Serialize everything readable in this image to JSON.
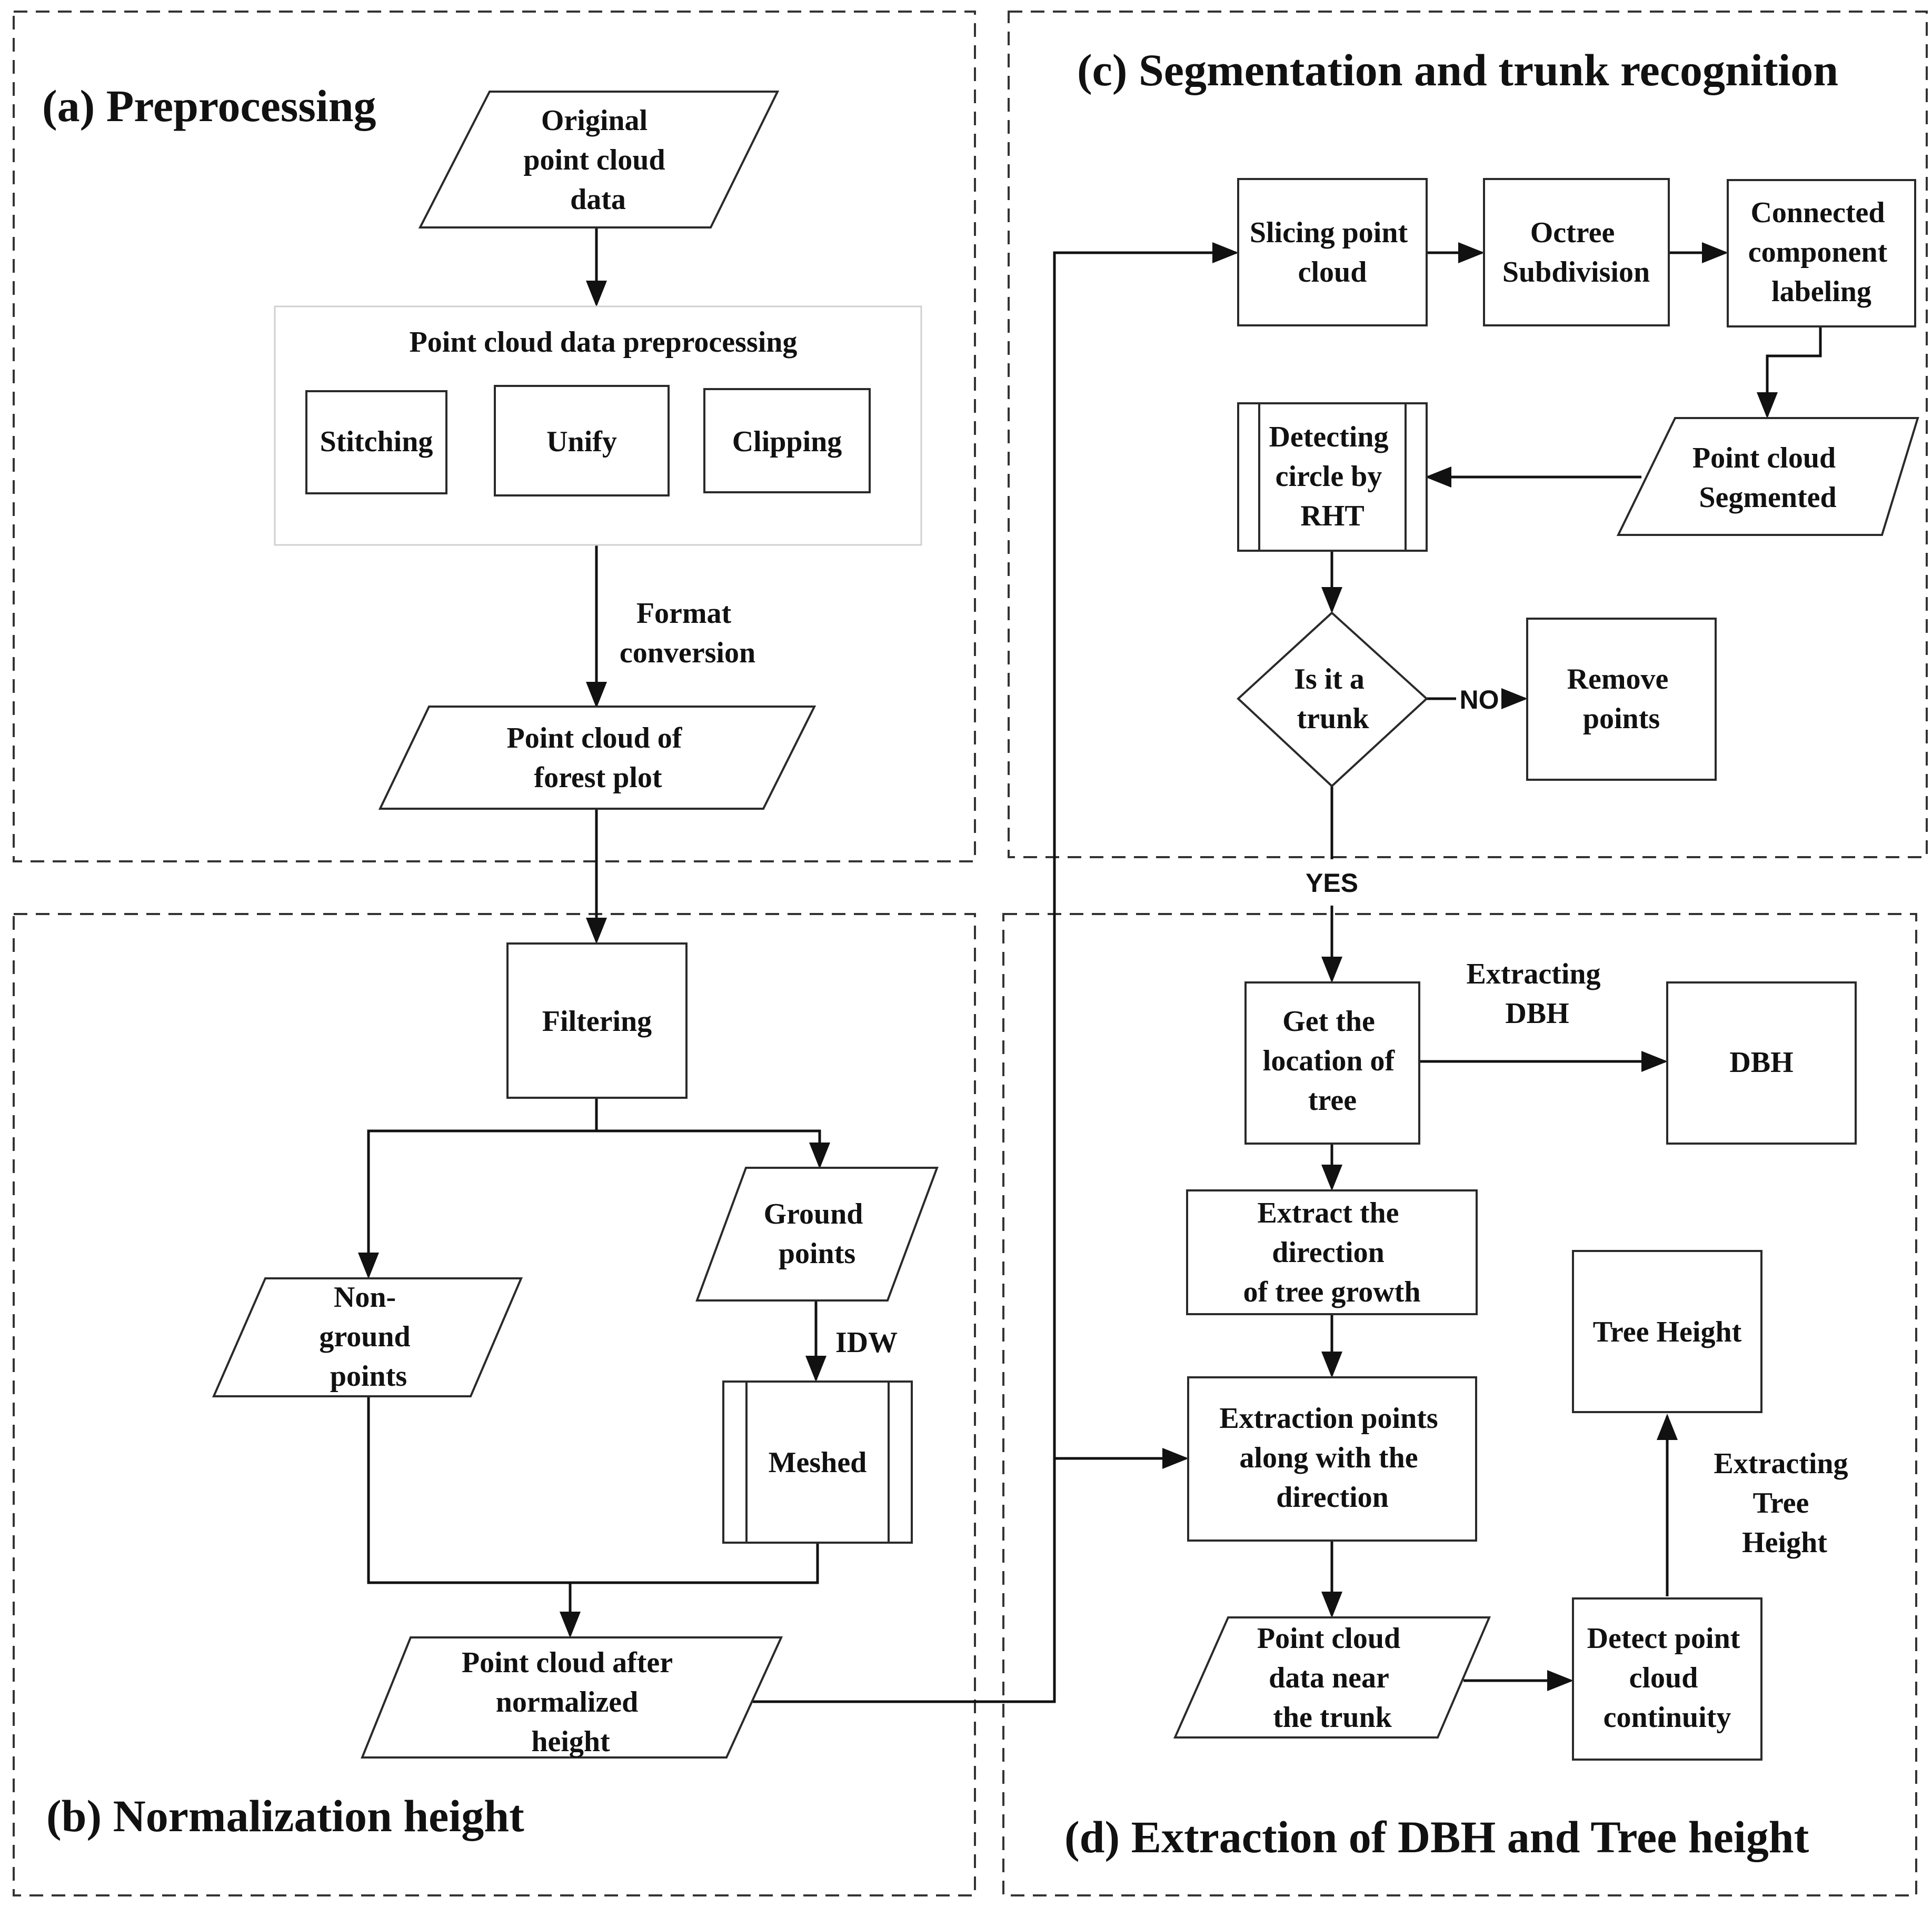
{
  "panels": {
    "a": "(a) Preprocessing",
    "b": "(b) Normalization height",
    "c": "(c) Segmentation and trunk recognition",
    "d": "(d) Extraction of DBH and Tree height"
  },
  "nodes": {
    "original": [
      "Original",
      "point cloud",
      "data"
    ],
    "preprocessing_group": "Point cloud data preprocessing",
    "stitching": [
      "Stitching"
    ],
    "unify": [
      "Unify"
    ],
    "clipping": [
      "Clipping"
    ],
    "forest_plot": [
      "Point cloud of",
      "forest plot"
    ],
    "filtering": [
      "Filtering"
    ],
    "ground": [
      "Ground",
      "points"
    ],
    "nonground": [
      "Non-",
      "ground",
      "points"
    ],
    "meshed": [
      "Meshed"
    ],
    "normalized": [
      "Point cloud after",
      "normalized",
      "height"
    ],
    "slicing": [
      "Slicing point",
      "cloud"
    ],
    "octree": [
      "Octree",
      "Subdivision"
    ],
    "connected": [
      "Connected",
      "component",
      "labeling"
    ],
    "segmented": [
      "Point cloud",
      "Segmented"
    ],
    "detecting": [
      "Detecting",
      "circle by",
      "RHT"
    ],
    "is_trunk": [
      "Is it a",
      "trunk"
    ],
    "remove": [
      "Remove",
      "points"
    ],
    "location": [
      "Get the",
      "location of",
      "tree"
    ],
    "dbh": [
      "DBH"
    ],
    "direction": [
      "Extract the",
      "direction",
      "of tree growth"
    ],
    "extraction_points": [
      "Extraction points",
      "along with the",
      "direction"
    ],
    "near_trunk": [
      "Point cloud",
      "data near",
      "the trunk"
    ],
    "tree_height": [
      "Tree Height"
    ],
    "continuity": [
      "Detect point",
      "cloud",
      "continuity"
    ]
  },
  "edge_labels": {
    "format_conversion": [
      "Format",
      "conversion"
    ],
    "idw": [
      "IDW"
    ],
    "no": "NO",
    "yes": "YES",
    "extracting_dbh": [
      "Extracting",
      "DBH"
    ],
    "extracting_height": [
      "Extracting",
      "Tree",
      "Height"
    ]
  }
}
